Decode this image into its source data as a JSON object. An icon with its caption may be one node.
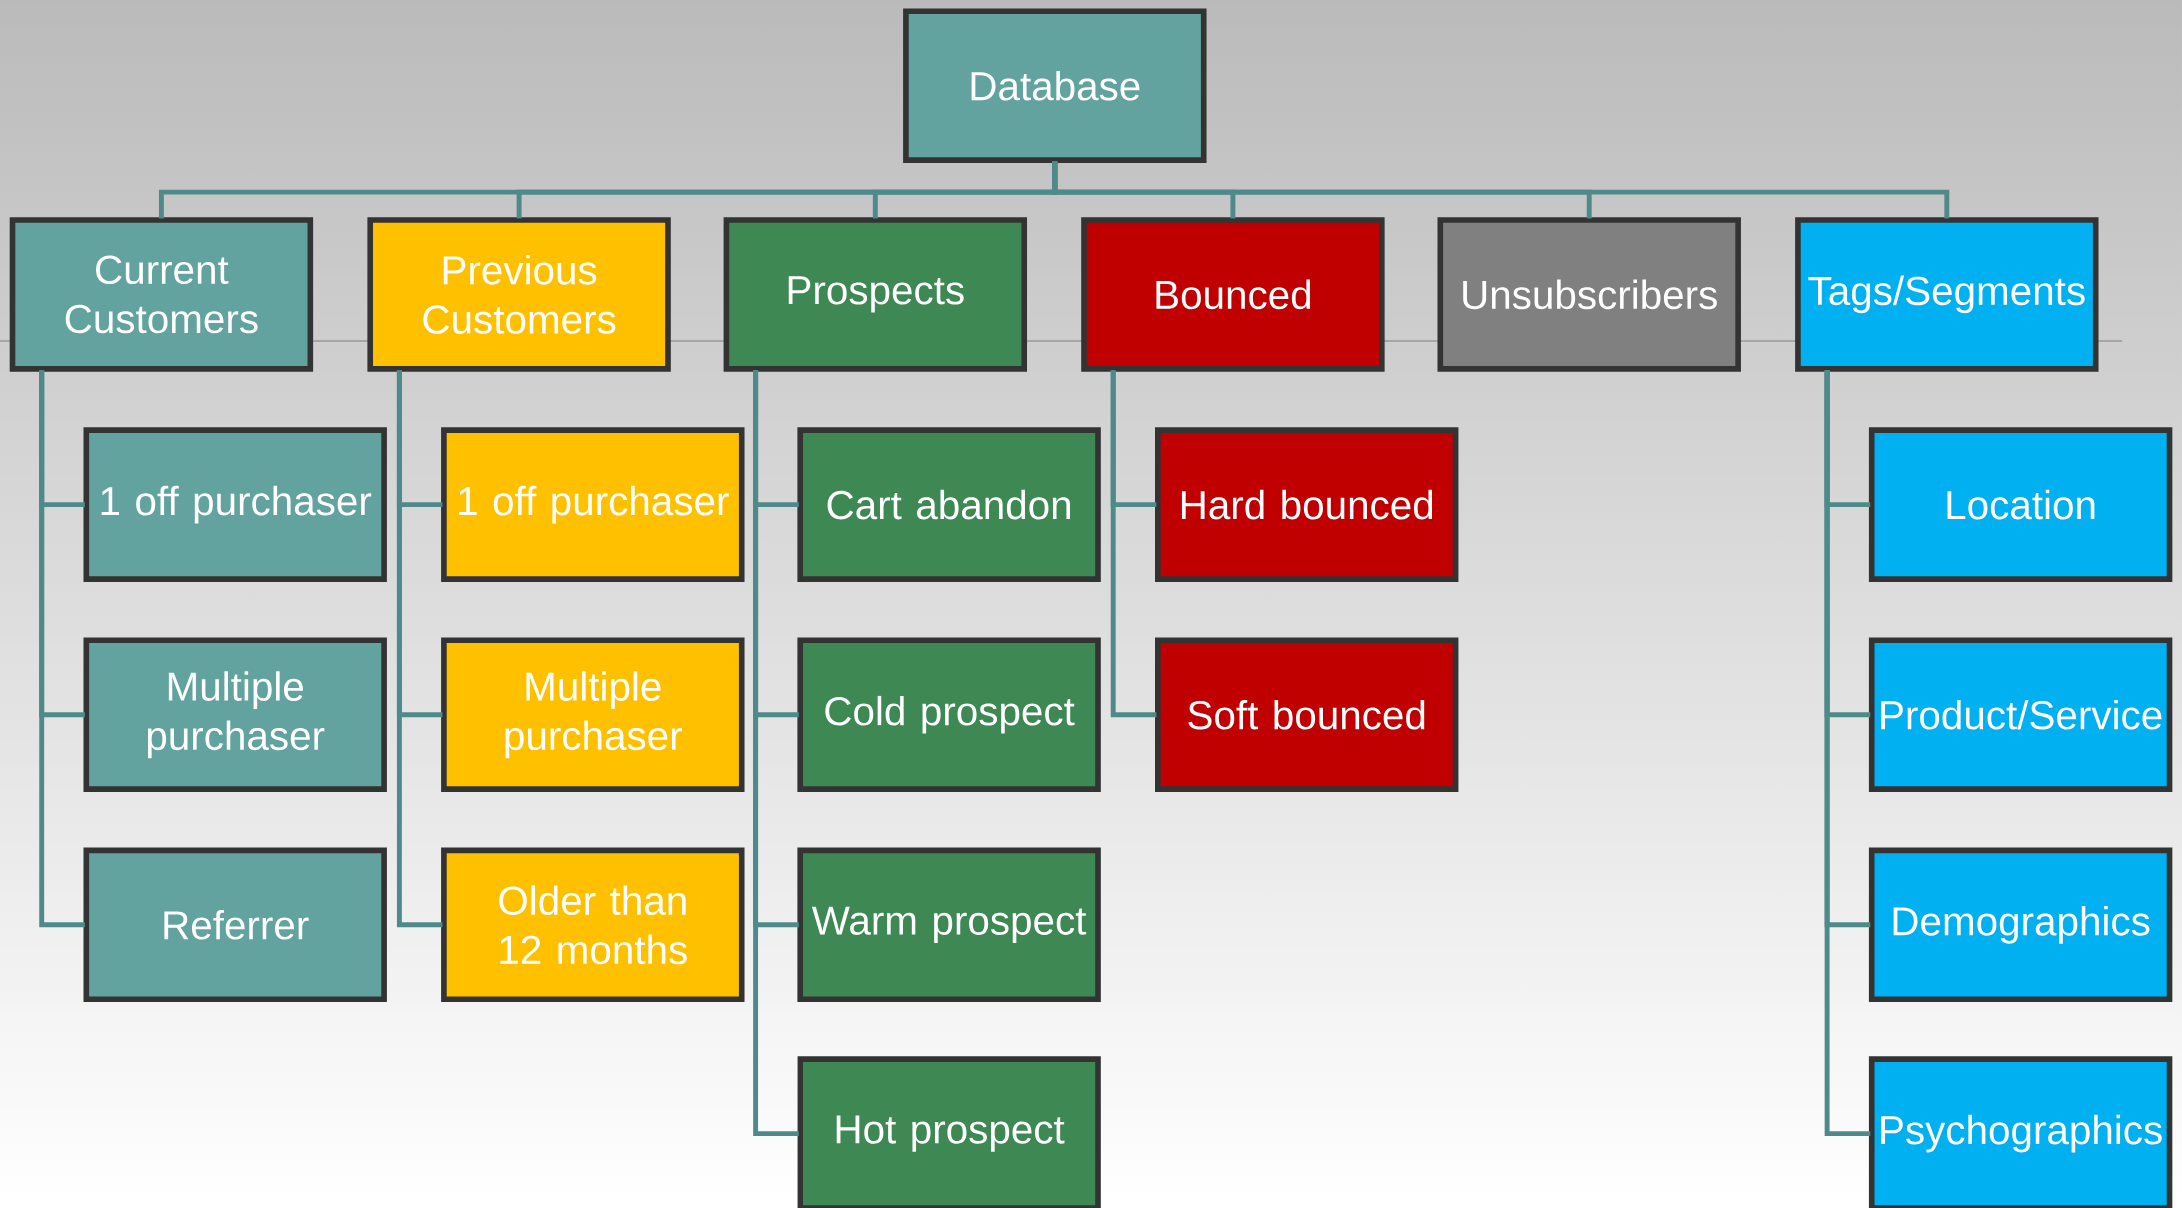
{
  "diagram": {
    "nodes": [
      {
        "text": [
          "Database"
        ]
      },
      {
        "text": [
          "Current Customers"
        ]
      },
      {
        "text": [
          "1 off purchaser"
        ]
      },
      {
        "text": [
          "Multiple purchaser"
        ]
      },
      {
        "text": [
          "Referrer"
        ]
      },
      {
        "text": [
          "Previous Customers"
        ]
      },
      {
        "text": [
          "1 off purchaser"
        ]
      },
      {
        "text": [
          "Multiple purchaser"
        ]
      },
      {
        "text": [
          "Older than 12 months"
        ]
      },
      {
        "text": [
          "Prospects"
        ]
      },
      {
        "text": [
          "Cart abandon"
        ]
      },
      {
        "text": [
          "Cold prospect"
        ]
      },
      {
        "text": [
          "Warm prospect"
        ]
      },
      {
        "text": [
          "Hot prospect"
        ]
      },
      {
        "text": [
          "Bounced"
        ]
      },
      {
        "text": [
          "Hard bounced"
        ]
      },
      {
        "text": [
          "Soft bounced"
        ]
      },
      {
        "text": [
          "Unsubscribers"
        ]
      },
      {
        "text": [
          "Tags/Segments"
        ]
      },
      {
        "text": [
          "Location"
        ]
      },
      {
        "text": [
          "Product/Service"
        ]
      },
      {
        "text": [
          "Demographics"
        ]
      },
      {
        "text": [
          "Psychographics"
        ]
      }
    ],
    "edges": [
      {
        "from": 0,
        "to": 1,
        "arrow": "none"
      },
      {
        "from": 0,
        "to": 5,
        "arrow": "none"
      },
      {
        "from": 0,
        "to": 9,
        "arrow": "none"
      },
      {
        "from": 0,
        "to": 14,
        "arrow": "none"
      },
      {
        "from": 0,
        "to": 17,
        "arrow": "none"
      },
      {
        "from": 0,
        "to": 18,
        "arrow": "none"
      },
      {
        "from": 1,
        "to": 2,
        "arrow": "none"
      },
      {
        "from": 1,
        "to": 3,
        "arrow": "none"
      },
      {
        "from": 1,
        "to": 4,
        "arrow": "none"
      },
      {
        "from": 5,
        "to": 6,
        "arrow": "none"
      },
      {
        "from": 5,
        "to": 7,
        "arrow": "none"
      },
      {
        "from": 5,
        "to": 8,
        "arrow": "none"
      },
      {
        "from": 9,
        "to": 10,
        "arrow": "none"
      },
      {
        "from": 9,
        "to": 11,
        "arrow": "none"
      },
      {
        "from": 9,
        "to": 12,
        "arrow": "none"
      },
      {
        "from": 9,
        "to": 13,
        "arrow": "none"
      },
      {
        "from": 14,
        "to": 15,
        "arrow": "none"
      },
      {
        "from": 14,
        "to": 16,
        "arrow": "none"
      },
      {
        "from": 18,
        "to": 19,
        "arrow": "none"
      },
      {
        "from": 18,
        "to": 20,
        "arrow": "none"
      },
      {
        "from": 18,
        "to": 21,
        "arrow": "none"
      },
      {
        "from": 18,
        "to": 22,
        "arrow": "none"
      }
    ]
  }
}
